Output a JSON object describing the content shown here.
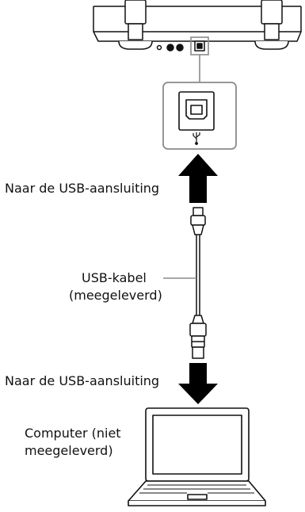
{
  "labels": {
    "to_usb_port_top": "Naar de USB-aansluiting",
    "usb_cable_line1": "USB-kabel",
    "usb_cable_line2": "(meegeleverd)",
    "to_usb_port_bottom": "Naar de USB-aansluiting",
    "computer_line1": "Computer (niet",
    "computer_line2": "meegeleverd)"
  },
  "icons": {
    "turntable": "turntable-rear-icon",
    "usb_port_zoom": "usb-b-port-icon",
    "usb_symbol": "usb-symbol-icon",
    "cable": "usb-cable-icon",
    "laptop": "laptop-icon",
    "arrow_up": "arrow-up-icon",
    "arrow_down": "arrow-down-icon"
  },
  "colors": {
    "line": "#111111",
    "callout": "#8a8a8a",
    "arrow": "#000000",
    "fill": "#ffffff"
  }
}
